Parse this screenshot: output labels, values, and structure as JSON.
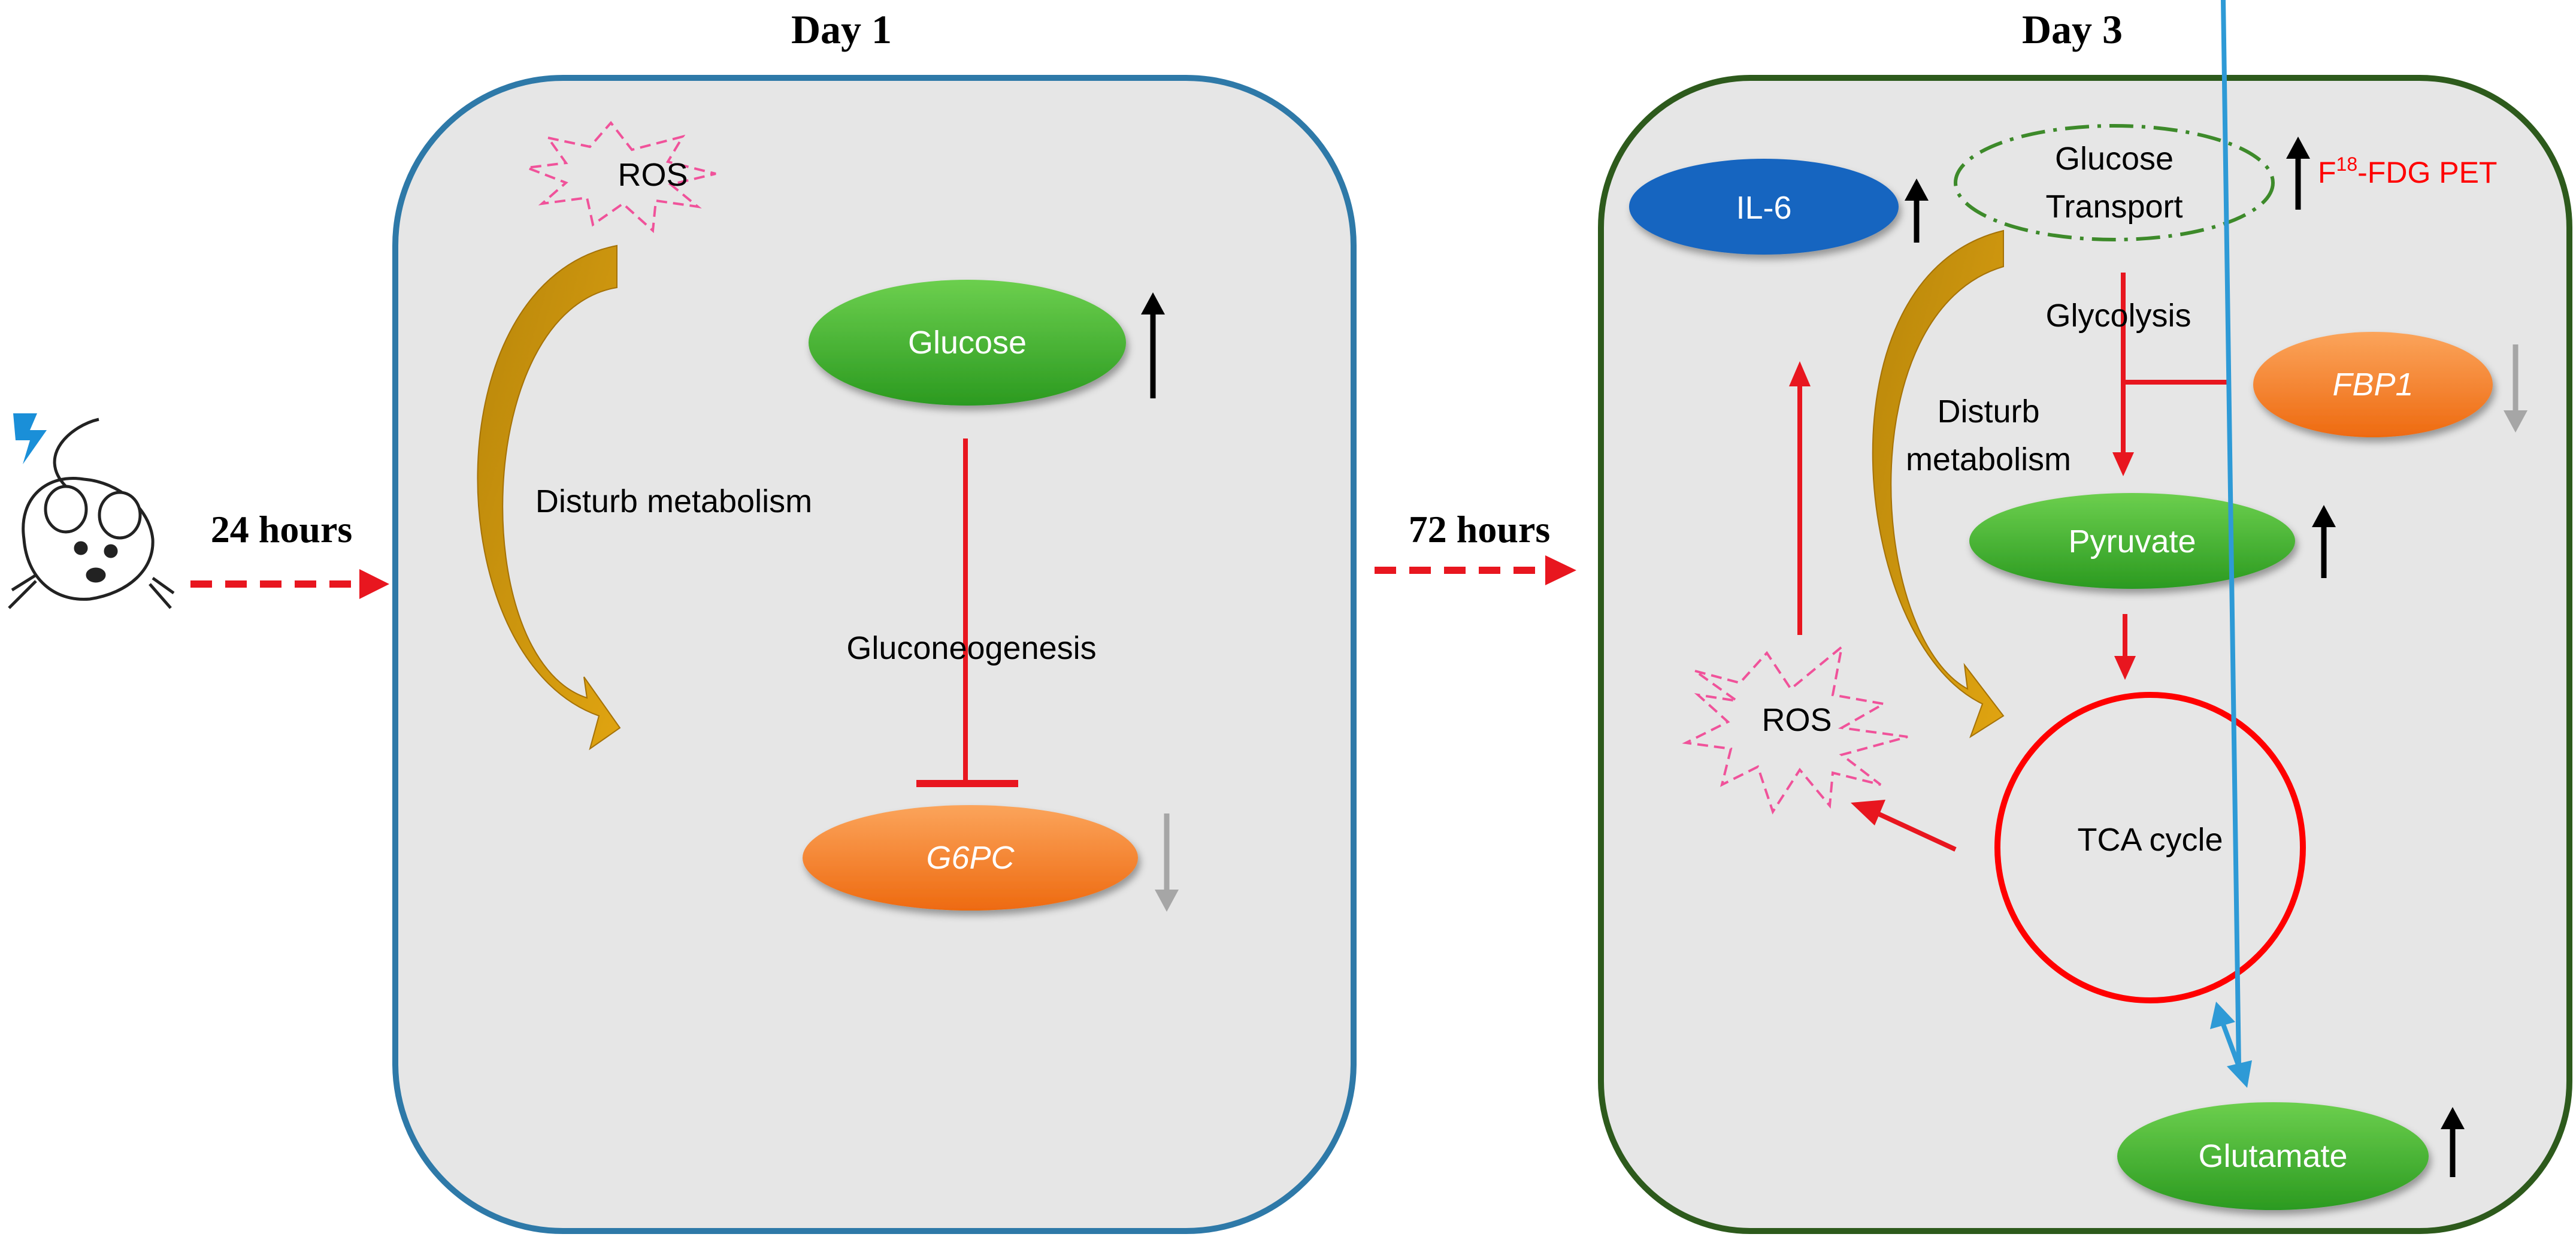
{
  "panels": {
    "day1": {
      "title": "Day 1",
      "ros": "ROS",
      "disturb": "Disturb metabolism",
      "glucose": "Glucose",
      "gluconeogenesis": "Gluconeogenesis",
      "g6pc": "G6PC"
    },
    "day3": {
      "title": "Day 3",
      "il6": "IL-6",
      "glucose_transport_line1": "Glucose",
      "glucose_transport_line2": "Transport",
      "pet_prefix": "F",
      "pet_superscript": "18",
      "pet_suffix": "-FDG PET",
      "glycolysis": "Glycolysis",
      "fbp1": "FBP1",
      "disturb_line1": "Disturb",
      "disturb_line2": "metabolism",
      "pyruvate": "Pyruvate",
      "ros": "ROS",
      "tca": "TCA cycle",
      "glutamate": "Glutamate"
    }
  },
  "timeline": {
    "first_interval": "24 hours",
    "second_interval": "72 hours"
  },
  "colors": {
    "panel_fill": "#e6e6e6",
    "day1_border": "#2e79a8",
    "day3_border": "#2d5a1c",
    "green_node": "#3fae2a",
    "orange_node": "#f57c1c",
    "blue_node": "#1565c0",
    "inhibit_red": "#e8161f",
    "curved_arrow": "#c8900a",
    "ros_pink": "#f0529a",
    "pet_red": "#ff0000",
    "up_arrow": "#000000",
    "down_arrow": "#a6a6a6",
    "bidirectional": "#2e9ad6"
  },
  "icons": [
    "mouse-icon",
    "lightning-icon"
  ]
}
